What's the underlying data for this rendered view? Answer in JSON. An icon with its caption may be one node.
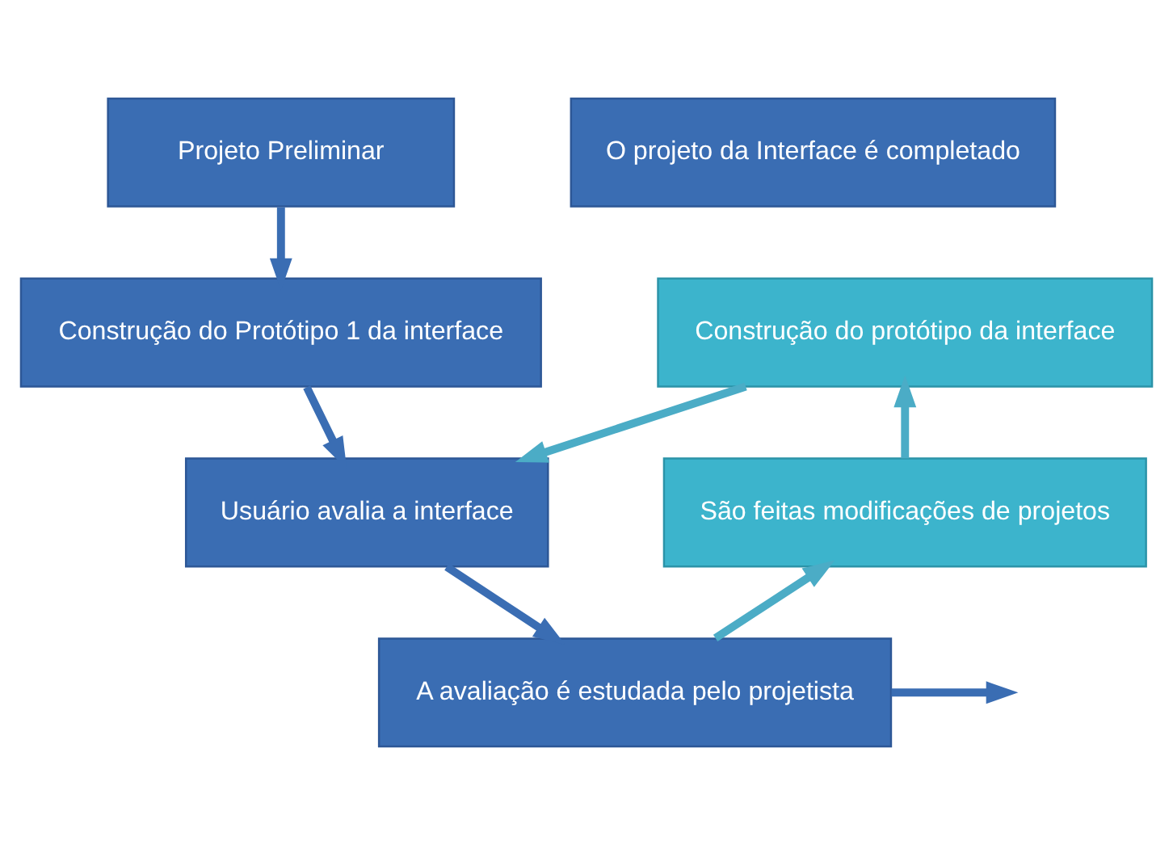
{
  "diagram": {
    "nodes": [
      {
        "text": [
          "Projeto Preliminar"
        ]
      },
      {
        "text": [
          "Construção do Protótipo 1 da interface"
        ]
      },
      {
        "text": [
          "Construção do protótipo da interface"
        ]
      },
      {
        "text": [
          "São feitas modificações de projetos"
        ]
      },
      {
        "text": [
          "Usuário avalia a interface"
        ]
      },
      {
        "text": [
          "A avaliação é estudada pelo projetista"
        ]
      },
      {
        "text": [
          "O projeto da Interface é completado"
        ]
      }
    ],
    "edges": [
      {
        "from": 0,
        "to": 1,
        "arrow": "to"
      },
      {
        "from": 1,
        "to": 4,
        "arrow": "to"
      },
      {
        "from": 2,
        "to": 4,
        "arrow": "to",
        "color": "#4bacc6"
      },
      {
        "from": 4,
        "to": 5,
        "arrow": "to"
      },
      {
        "from": 5,
        "to": 3,
        "arrow": "to",
        "color": "#4bacc6"
      },
      {
        "from": 3,
        "to": 2,
        "arrow": "to",
        "color": "#4bacc6"
      },
      {
        "from": 5,
        "to": null,
        "arrow": "to"
      }
    ]
  }
}
